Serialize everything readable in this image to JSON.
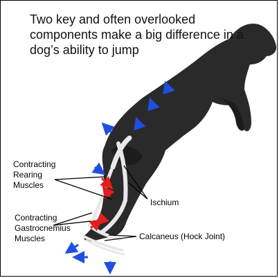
{
  "caption": "Two key and often overlooked components make a big difference in a dog’s ability to jump",
  "labels": {
    "rearing_muscles": "Contracting\nRearing\nMuscles",
    "gastrocnemius_muscles": "Contracting\nGastrocnemius\nMuscles",
    "ischium": "Ischium",
    "calcaneus": "Calcaneus (Hock Joint)"
  },
  "colors": {
    "dog_fur": "#2a2a2a",
    "bone": "#e8e8e8",
    "muscle_arrow": "#e01f1f",
    "force_arrow": "#1f4fe0",
    "leader_line": "#000000"
  }
}
